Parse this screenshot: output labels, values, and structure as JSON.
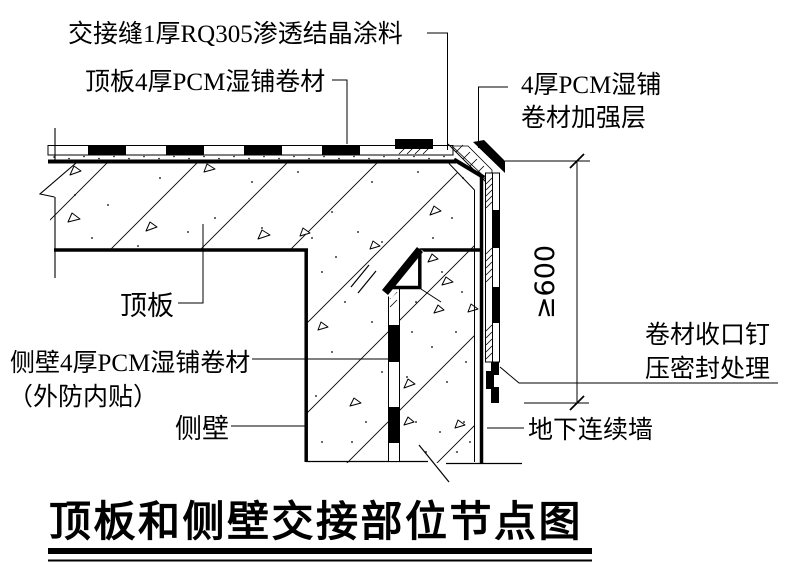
{
  "drawing": {
    "annotations": {
      "joint_coating": {
        "text": "交接缝1厚RQ305渗透结晶涂料"
      },
      "top_membrane": {
        "text": "顶板4厚PCM湿铺卷材"
      },
      "reinforcement": {
        "line1": "4厚PCM湿铺",
        "line2": "卷材加强层"
      },
      "top_slab": {
        "text": "顶板"
      },
      "wall_membrane": {
        "line1": "侧壁4厚PCM湿铺卷材",
        "line2": "（外防内贴）"
      },
      "side_wall": {
        "text": "侧壁"
      },
      "seal": {
        "line1": "卷材收口钉",
        "line2": "压密封处理"
      },
      "diaphragm_wall": {
        "text": "地下连续墙"
      },
      "dimension": {
        "text": "≥600"
      }
    },
    "title": {
      "text": "顶板和侧壁交接部位节点图"
    },
    "colors": {
      "ink": "#000000",
      "paper": "#ffffff"
    }
  }
}
